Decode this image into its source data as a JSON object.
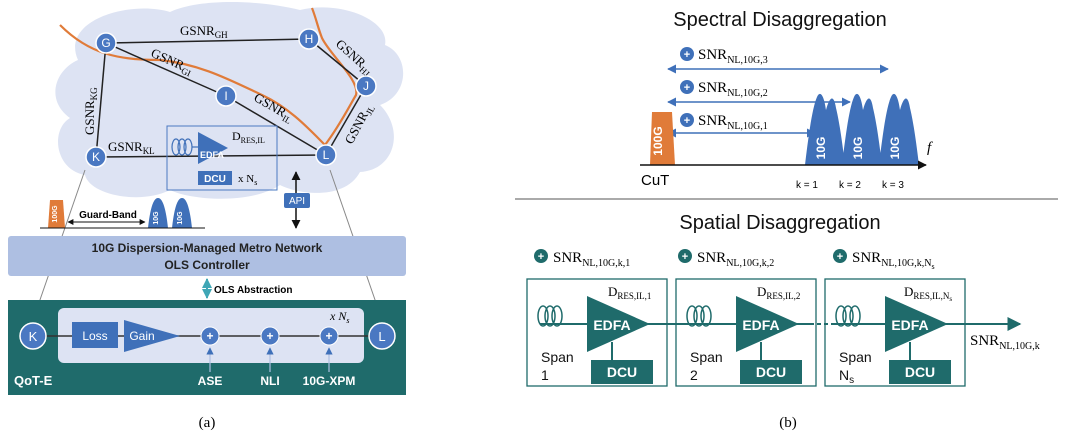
{
  "panel_a": {
    "caption": "(a)",
    "nodes": [
      "G",
      "H",
      "I",
      "J",
      "K",
      "L"
    ],
    "links": {
      "GH": {
        "main": "GSNR",
        "sub": "GH"
      },
      "GI": {
        "main": "GSNR",
        "sub": "GI"
      },
      "HJ": {
        "main": "GSNR",
        "sub": "HJ"
      },
      "KG": {
        "main": "GSNR",
        "sub": "KG"
      },
      "IL": {
        "main": "GSNR",
        "sub": "IL"
      },
      "JL": {
        "main": "GSNR",
        "sub": "JL"
      },
      "KL": {
        "main": "GSNR",
        "sub": "KL"
      }
    },
    "inset": {
      "d_main": "D",
      "d_sub": "RES,IL",
      "edfa": "EDFA",
      "dcu": "DCU",
      "mult": "x N",
      "mult_sub": "s"
    },
    "api": "API",
    "guard_band": "Guard-Band",
    "channel_cut": "100G",
    "channel_neighbor": "10G",
    "controller_line1": "10G Dispersion-Managed Metro Network",
    "controller_line2": "OLS Controller",
    "ols_abstraction": "OLS Abstraction",
    "qot": {
      "start": "K",
      "end": "L",
      "loss": "Loss",
      "gain": "Gain",
      "plus": "+",
      "mult": "x N",
      "mult_sub": "s",
      "label": "QoT-E",
      "ase": "ASE",
      "nli": "NLI",
      "xpm": "10G-XPM"
    }
  },
  "panel_b": {
    "caption": "(b)",
    "spectral_title": "Spectral Disaggregation",
    "spatial_title": "Spatial Disaggregation",
    "cut_label": "CuT",
    "cut_channel": "100G",
    "neighbor_channel": "10G",
    "freq_axis": "f",
    "k_labels": [
      "k = 1",
      "k = 2",
      "k = 3"
    ],
    "snr_main": "SNR",
    "spectral_snr_subs": [
      "NL,10G,3",
      "NL,10G,2",
      "NL,10G,1"
    ],
    "plus": "+",
    "spans": [
      {
        "snr_sub": "NL,10G,k,1",
        "d_main": "D",
        "d_sub": "RES,IL,1",
        "span_word": "Span",
        "span_id": "1",
        "span_id_sub": ""
      },
      {
        "snr_sub": "NL,10G,k,2",
        "d_main": "D",
        "d_sub": "RES,IL,2",
        "span_word": "Span",
        "span_id": "2",
        "span_id_sub": ""
      },
      {
        "snr_sub": "NL,10G,k,N",
        "snr_subsub": "s",
        "d_main": "D",
        "d_sub": "RES,IL,N",
        "d_subsub": "s",
        "span_word": "Span",
        "span_id": "N",
        "span_id_sub": "s"
      }
    ],
    "edfa": "EDFA",
    "dcu": "DCU",
    "output_snr_sub": "NL,10G,k"
  },
  "colors": {
    "blue": "#3f70b9",
    "orange": "#e07b39",
    "teal": "#1f6b6b",
    "cloud": "#dde3f3",
    "controller": "#aebfe2",
    "node": "#4a78c2",
    "cyan": "#3fa6b5"
  }
}
